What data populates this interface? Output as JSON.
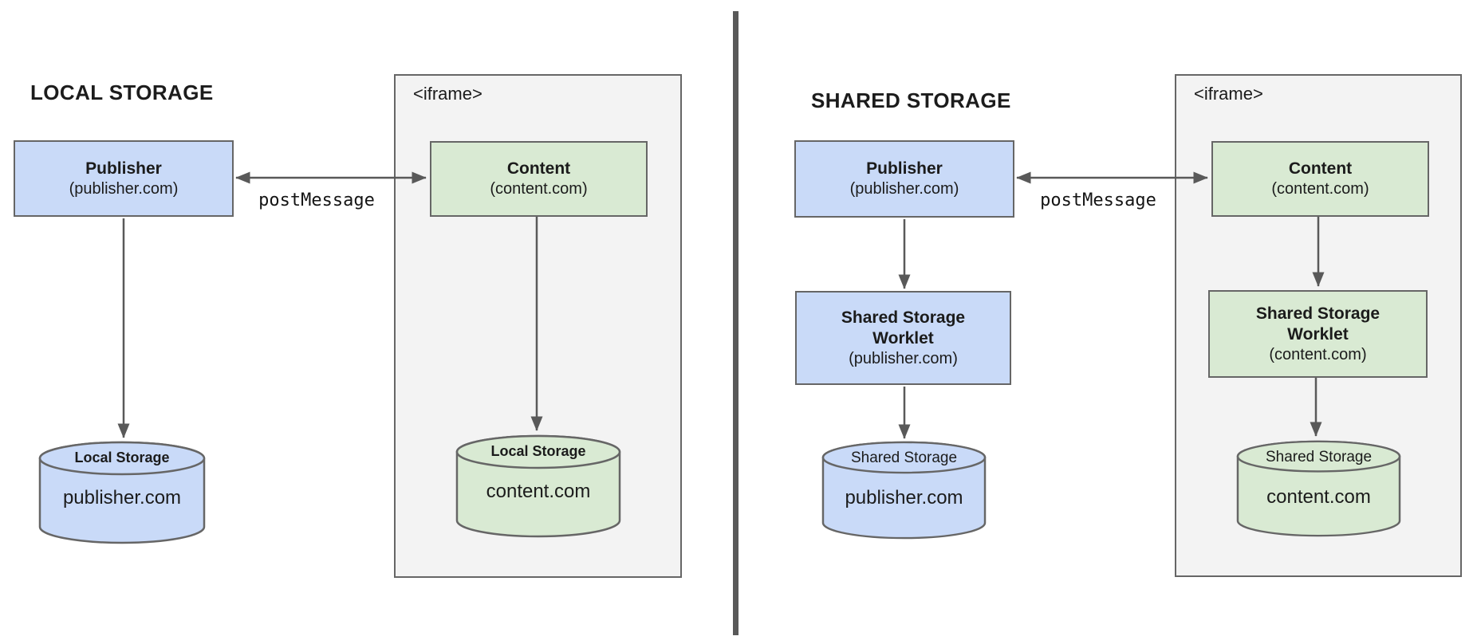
{
  "colors": {
    "blue_fill": "#c9daf8",
    "green_fill": "#d9ead3",
    "iframe_bg": "#f3f3f3",
    "border": "#666666",
    "arrow": "#595959",
    "text": "#1b1b1b"
  },
  "left": {
    "title": "LOCAL STORAGE",
    "publisher": {
      "name": "Publisher",
      "domain": "(publisher.com)"
    },
    "iframe_label": "<iframe>",
    "content": {
      "name": "Content",
      "domain": "(content.com)"
    },
    "post_message": "postMessage",
    "publisher_store": {
      "label": "Local Storage",
      "domain": "publisher.com"
    },
    "content_store": {
      "label": "Local Storage",
      "domain": "content.com"
    }
  },
  "right": {
    "title": "SHARED STORAGE",
    "publisher": {
      "name": "Publisher",
      "domain": "(publisher.com)"
    },
    "iframe_label": "<iframe>",
    "content": {
      "name": "Content",
      "domain": "(content.com)"
    },
    "post_message": "postMessage",
    "publisher_worklet": {
      "line1": "Shared Storage",
      "line2": "Worklet",
      "domain": "(publisher.com)"
    },
    "content_worklet": {
      "line1": "Shared Storage",
      "line2": "Worklet",
      "domain": "(content.com)"
    },
    "publisher_store": {
      "label": "Shared Storage",
      "domain": "publisher.com"
    },
    "content_store": {
      "label": "Shared Storage",
      "domain": "content.com"
    }
  }
}
